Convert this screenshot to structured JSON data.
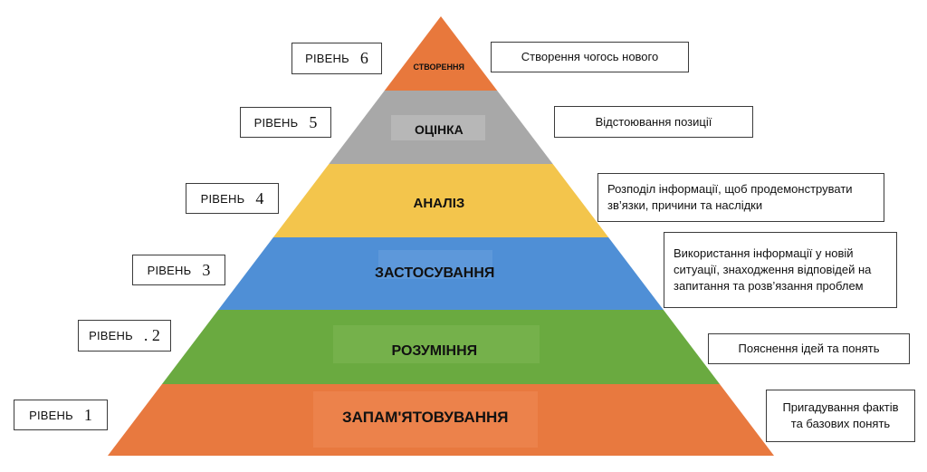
{
  "pyramid": {
    "tiers": [
      {
        "label": "СТВОРЕННЯ",
        "color": "#e8783c",
        "highlight": "#d9682f"
      },
      {
        "label": "ОЦІНКА",
        "color": "#a8a8a8",
        "highlight": "#c2c2c2"
      },
      {
        "label": "АНАЛІЗ",
        "color": "#f3c54c",
        "highlight": "#f6d06a"
      },
      {
        "label": "ЗАСТОСУВАННЯ",
        "color": "#4f8fd6",
        "highlight": "#6aa1de"
      },
      {
        "label": "РОЗУМІННЯ",
        "color": "#6aaa40",
        "highlight": "#7db654"
      },
      {
        "label": "ЗАПАМ'ЯТОВУВАННЯ",
        "color": "#e8793f",
        "highlight": "#ee8a55"
      }
    ]
  },
  "levels": [
    {
      "word": "РІВЕНЬ",
      "num": "6"
    },
    {
      "word": "РІВЕНЬ",
      "num": "5"
    },
    {
      "word": "РІВЕНЬ",
      "num": "4"
    },
    {
      "word": "РІВЕНЬ",
      "num": "3"
    },
    {
      "word": "РІВЕНЬ",
      "num": ". 2"
    },
    {
      "word": "РІВЕНЬ",
      "num": "1"
    }
  ],
  "descriptions": [
    "Створення чогось нового",
    "Відстоювання позиції",
    "Розподіл інформації, щоб продемонструвати зв’язки, причини та наслідки",
    "Використання інформації у новій ситуації, знаходження відповідей на запитання та розв’язання проблем",
    "Пояснення ідей та понять",
    "Пригадування фактів та базових понять"
  ]
}
